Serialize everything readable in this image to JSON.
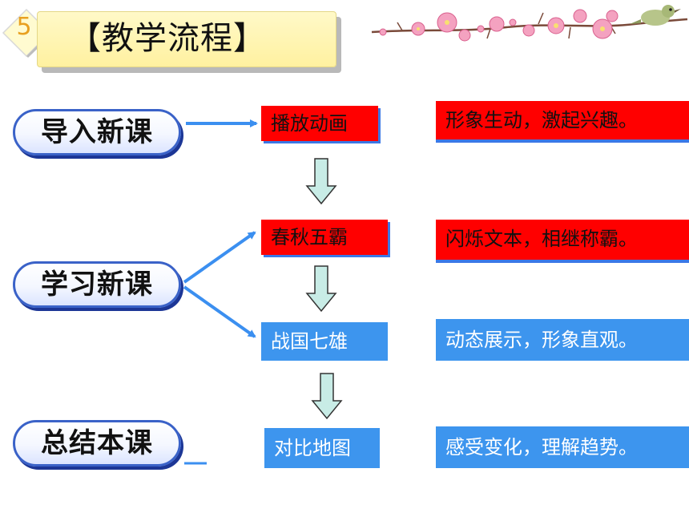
{
  "badge": {
    "number": "5"
  },
  "title": {
    "text": "【教学流程】"
  },
  "stages": [
    {
      "label": "导入新课"
    },
    {
      "label": "学习新课"
    },
    {
      "label": "总结本课"
    }
  ],
  "steps": [
    {
      "label": "播放动画",
      "style": "red"
    },
    {
      "label": "春秋五霸",
      "style": "red"
    },
    {
      "label": "战国七雄",
      "style": "blue"
    },
    {
      "label": "对比地图",
      "style": "blue"
    }
  ],
  "effects": [
    {
      "text": "形象生动，激起兴趣。",
      "style": "red"
    },
    {
      "text": "闪烁文本，相继称霸。",
      "style": "red"
    },
    {
      "text": "动态展示，形象直观。",
      "style": "blue"
    },
    {
      "text": "感受变化，理解趋势。",
      "style": "blue"
    }
  ],
  "colors": {
    "red": "#ff0000",
    "blue": "#3d95ee",
    "connector": "#3b8ff0",
    "title_bg": "#fff3a8"
  }
}
